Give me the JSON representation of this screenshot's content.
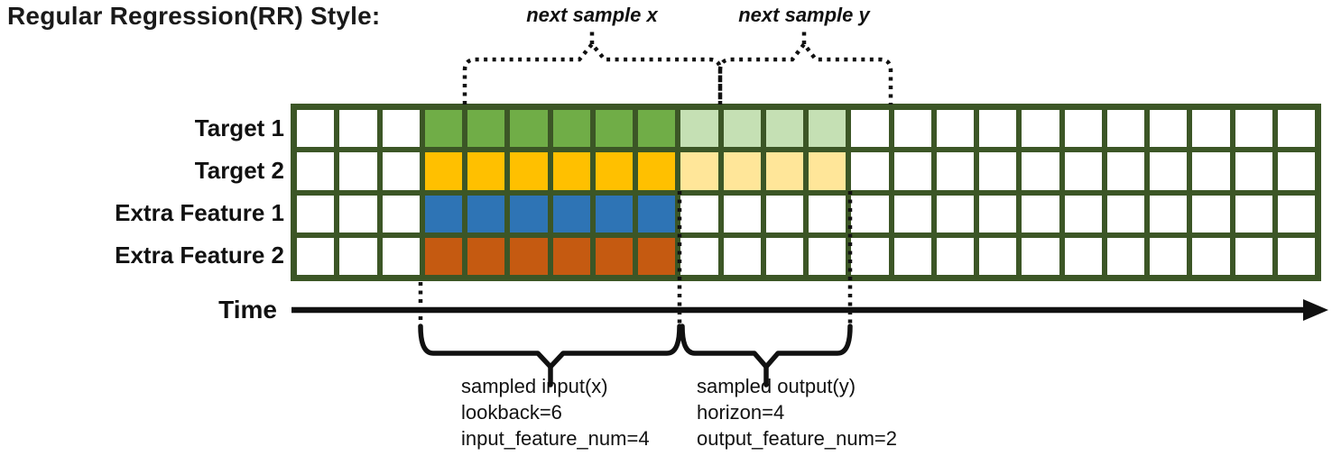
{
  "title": "Regular Regression(RR) Style:",
  "top_annotations": {
    "next_sample_x": "next sample x",
    "next_sample_y": "next sample y"
  },
  "time_axis": {
    "label": "Time"
  },
  "grid": {
    "total_columns": 24,
    "lead_in_columns": 3,
    "input_columns": 6,
    "output_columns": 4,
    "line_color": "#3C5626",
    "empty_cell_color": "#FFFFFF",
    "rows": [
      {
        "label": "Target 1",
        "input_color": "#70AD47",
        "output_color": "#C5E0B4"
      },
      {
        "label": "Target 2",
        "input_color": "#FFC000",
        "output_color": "#FFE699"
      },
      {
        "label": "Extra Feature 1",
        "input_color": "#2E74B5",
        "output_color": null
      },
      {
        "label": "Extra Feature 2",
        "input_color": "#C55A11",
        "output_color": null
      }
    ]
  },
  "sample_annotations": {
    "input_lines": [
      "sampled input(x)",
      "lookback=6",
      "input_feature_num=4"
    ],
    "output_lines": [
      "sampled output(y)",
      "horizon=4",
      "output_feature_num=2"
    ]
  },
  "params": {
    "lookback": 6,
    "horizon": 4,
    "input_feature_num": 4,
    "output_feature_num": 2
  }
}
